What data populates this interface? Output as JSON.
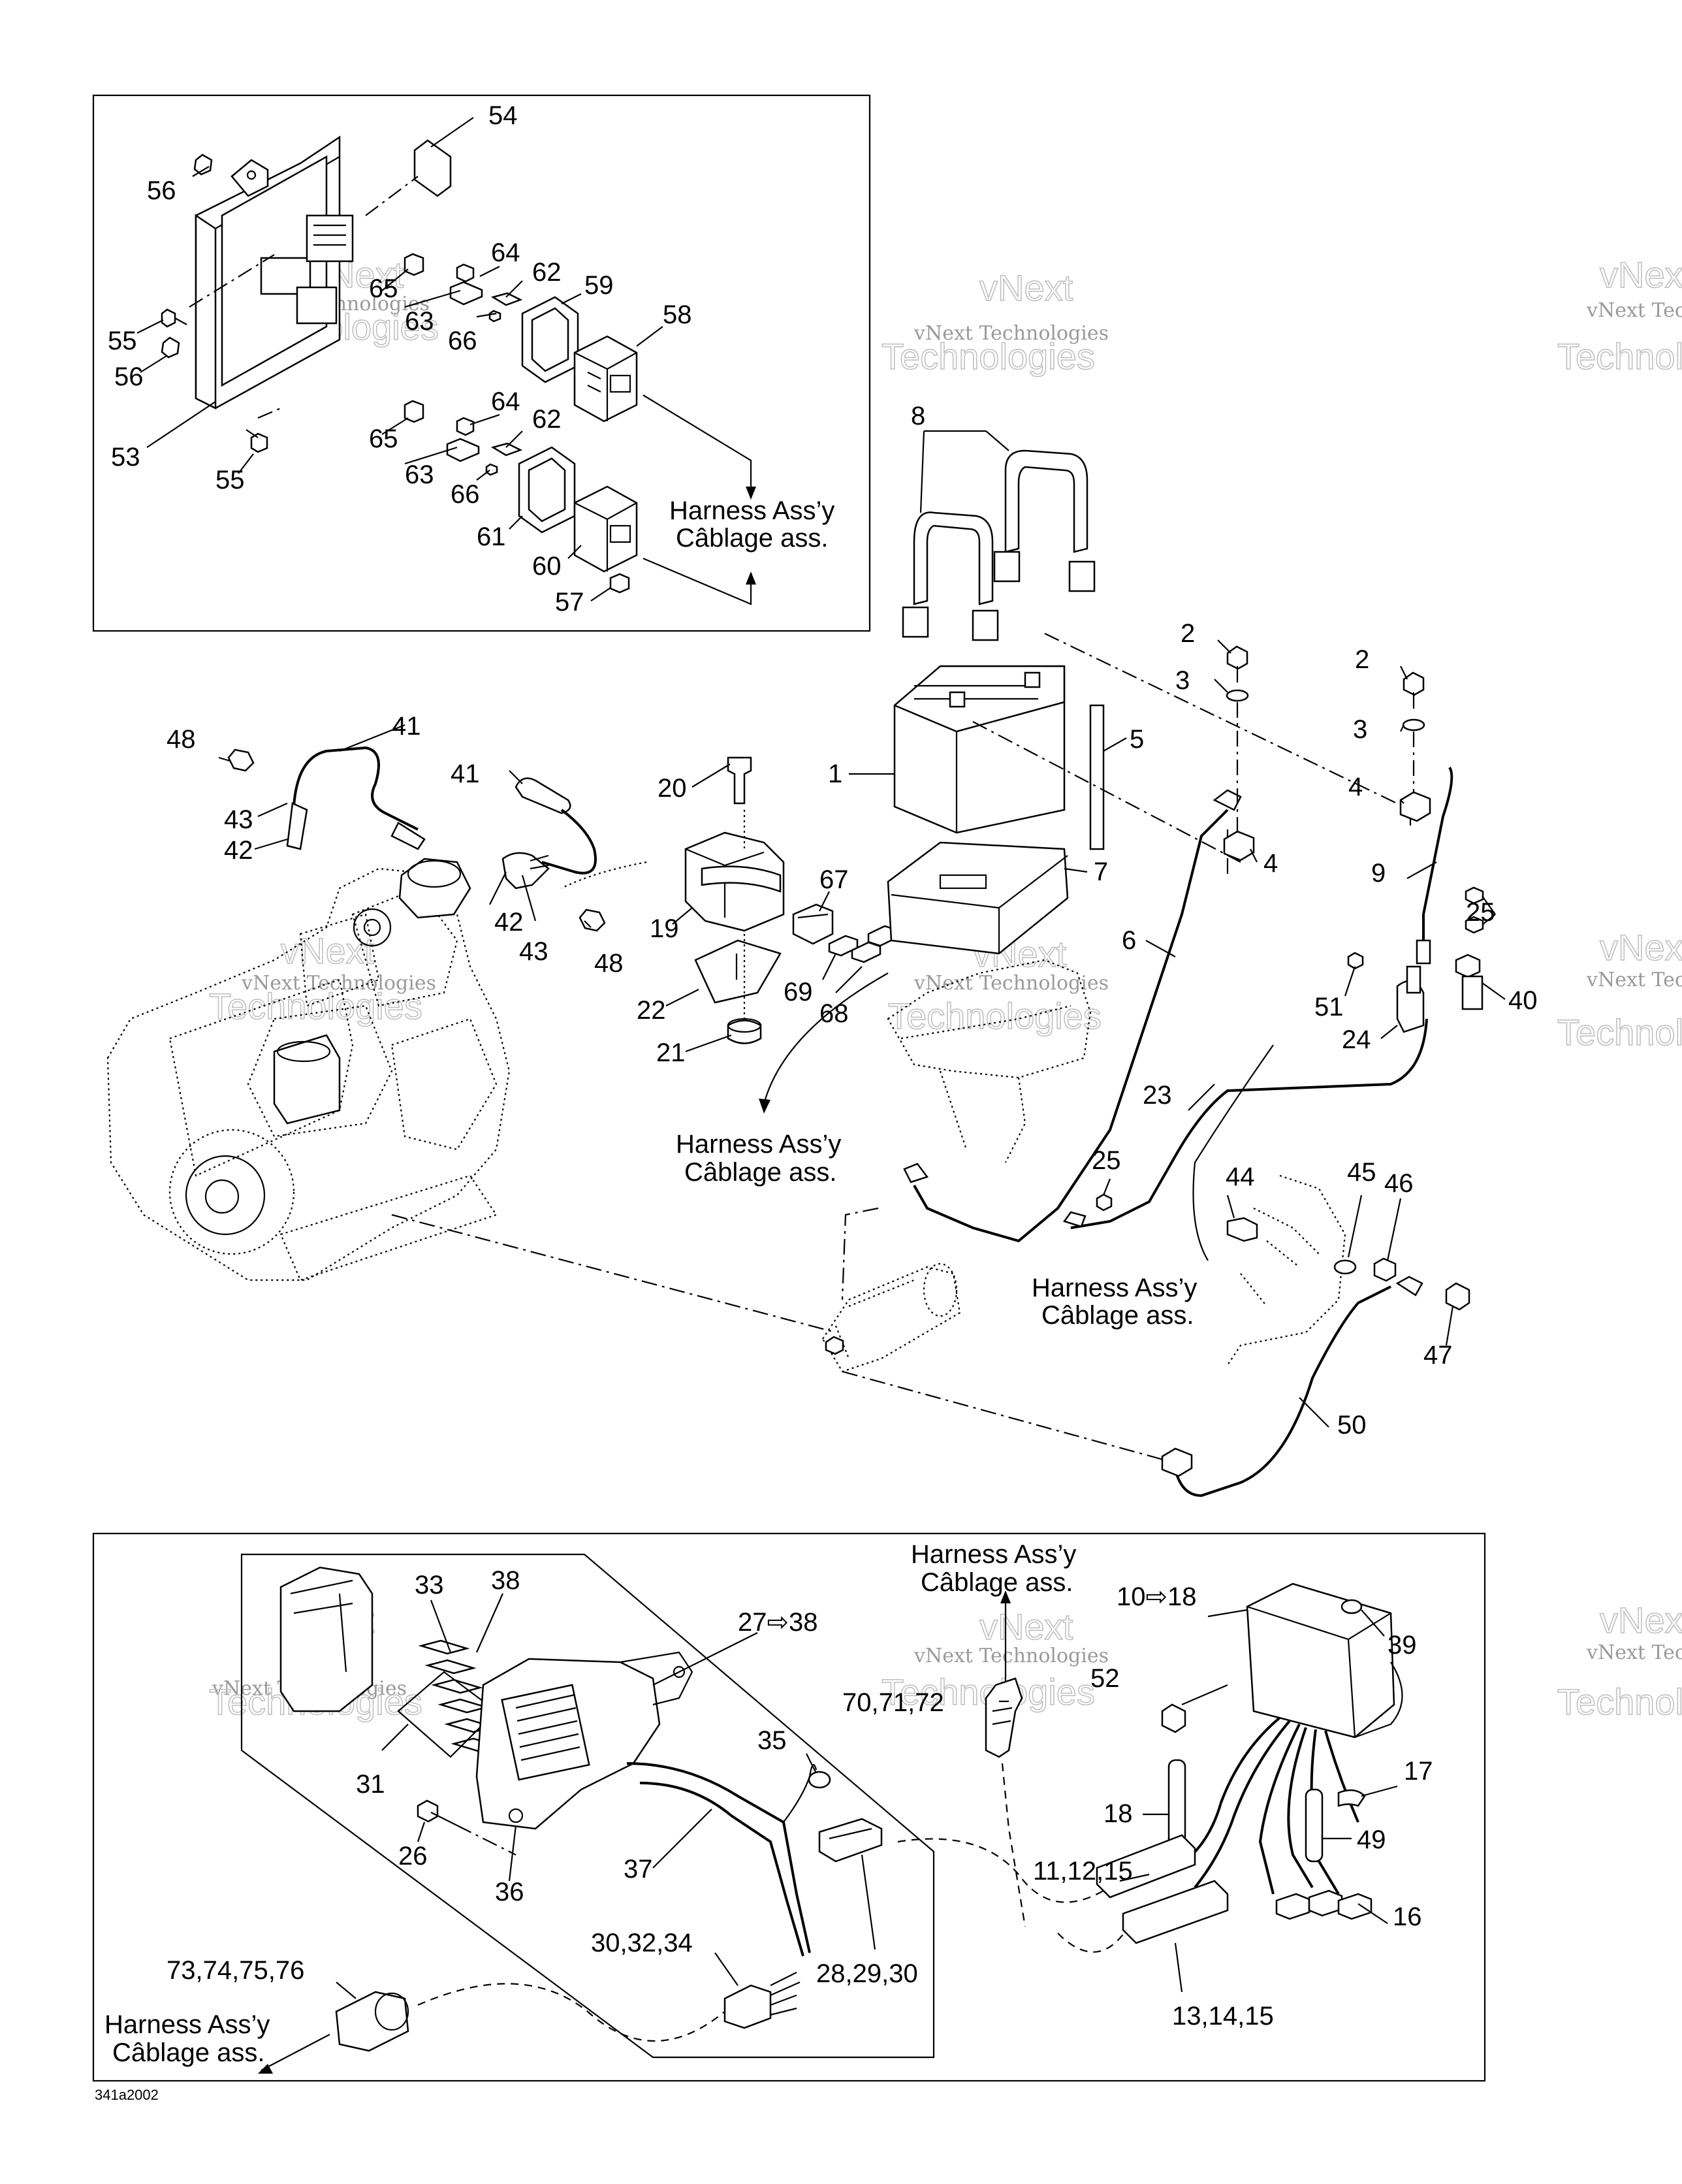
{
  "harness_label": {
    "line1": "Harness Ass’y",
    "line2": "Câblage ass."
  },
  "watermark": {
    "line1": "vNext Technologies",
    "line2": "vNext",
    "line3": "Technologies"
  },
  "drawing_code": "341a2002",
  "callouts": {
    "c1": "1",
    "c2a": "2",
    "c2b": "2",
    "c3a": "3",
    "c3b": "3",
    "c4a": "4",
    "c4b": "4",
    "c5": "5",
    "c6": "6",
    "c7": "7",
    "c8": "8",
    "c9": "9",
    "c10_18": "10⇨18",
    "c11_12_15": "11,12,15",
    "c13_14_15": "13,14,15",
    "c16": "16",
    "c17": "17",
    "c18": "18",
    "c19": "19",
    "c20": "20",
    "c21": "21",
    "c22": "22",
    "c23": "23",
    "c24": "24",
    "c25a": "25",
    "c25b": "25",
    "c26": "26",
    "c27_38": "27⇨38",
    "c28_29_30": "28,29,30",
    "c30_32_34": "30,32,34",
    "c31": "31",
    "c33": "33",
    "c35": "35",
    "c36": "36",
    "c37": "37",
    "c38": "38",
    "c39": "39",
    "c40": "40",
    "c41a": "41",
    "c41b": "41",
    "c42a": "42",
    "c42b": "42",
    "c43a": "43",
    "c43b": "43",
    "c44": "44",
    "c45": "45",
    "c46": "46",
    "c47": "47",
    "c48a": "48",
    "c48b": "48",
    "c49": "49",
    "c50": "50",
    "c51": "51",
    "c52": "52",
    "c53": "53",
    "c54": "54",
    "c55a": "55",
    "c55b": "55",
    "c56a": "56",
    "c56b": "56",
    "c57": "57",
    "c58": "58",
    "c59": "59",
    "c60": "60",
    "c61": "61",
    "c62a": "62",
    "c62b": "62",
    "c63a": "63",
    "c63b": "63",
    "c64a": "64",
    "c64b": "64",
    "c65a": "65",
    "c65b": "65",
    "c66a": "66",
    "c66b": "66",
    "c67": "67",
    "c68": "68",
    "c69": "69",
    "c70_72": "70,71,72",
    "c73_76": "73,74,75,76"
  }
}
